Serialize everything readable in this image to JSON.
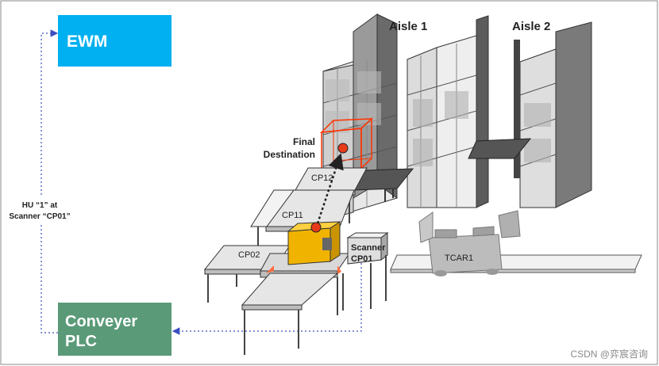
{
  "boxes": {
    "ewm": "EWM",
    "plc_line1": "Conveyer",
    "plc_line2": "PLC"
  },
  "aisles": {
    "aisle1": "Aisle 1",
    "aisle2": "Aisle 2"
  },
  "hu_note": {
    "line1": "HU “1” at",
    "line2": "Scanner “CP01”"
  },
  "destination": {
    "line1": "Final",
    "line2": "Destination"
  },
  "points": {
    "cp12": "CP12",
    "cp11": "CP11",
    "cp02": "CP02"
  },
  "scanner": {
    "line1": "Scanner",
    "line2": "CP01"
  },
  "tcar": "TCAR1",
  "watermark": "CSDN @弈宸咨询",
  "colors": {
    "ewm_box": "#00b0f0",
    "plc_box": "#5a9a78",
    "destination": "#ff3300",
    "hu_box": "#f0b400",
    "connector": "#3a4fc0"
  }
}
